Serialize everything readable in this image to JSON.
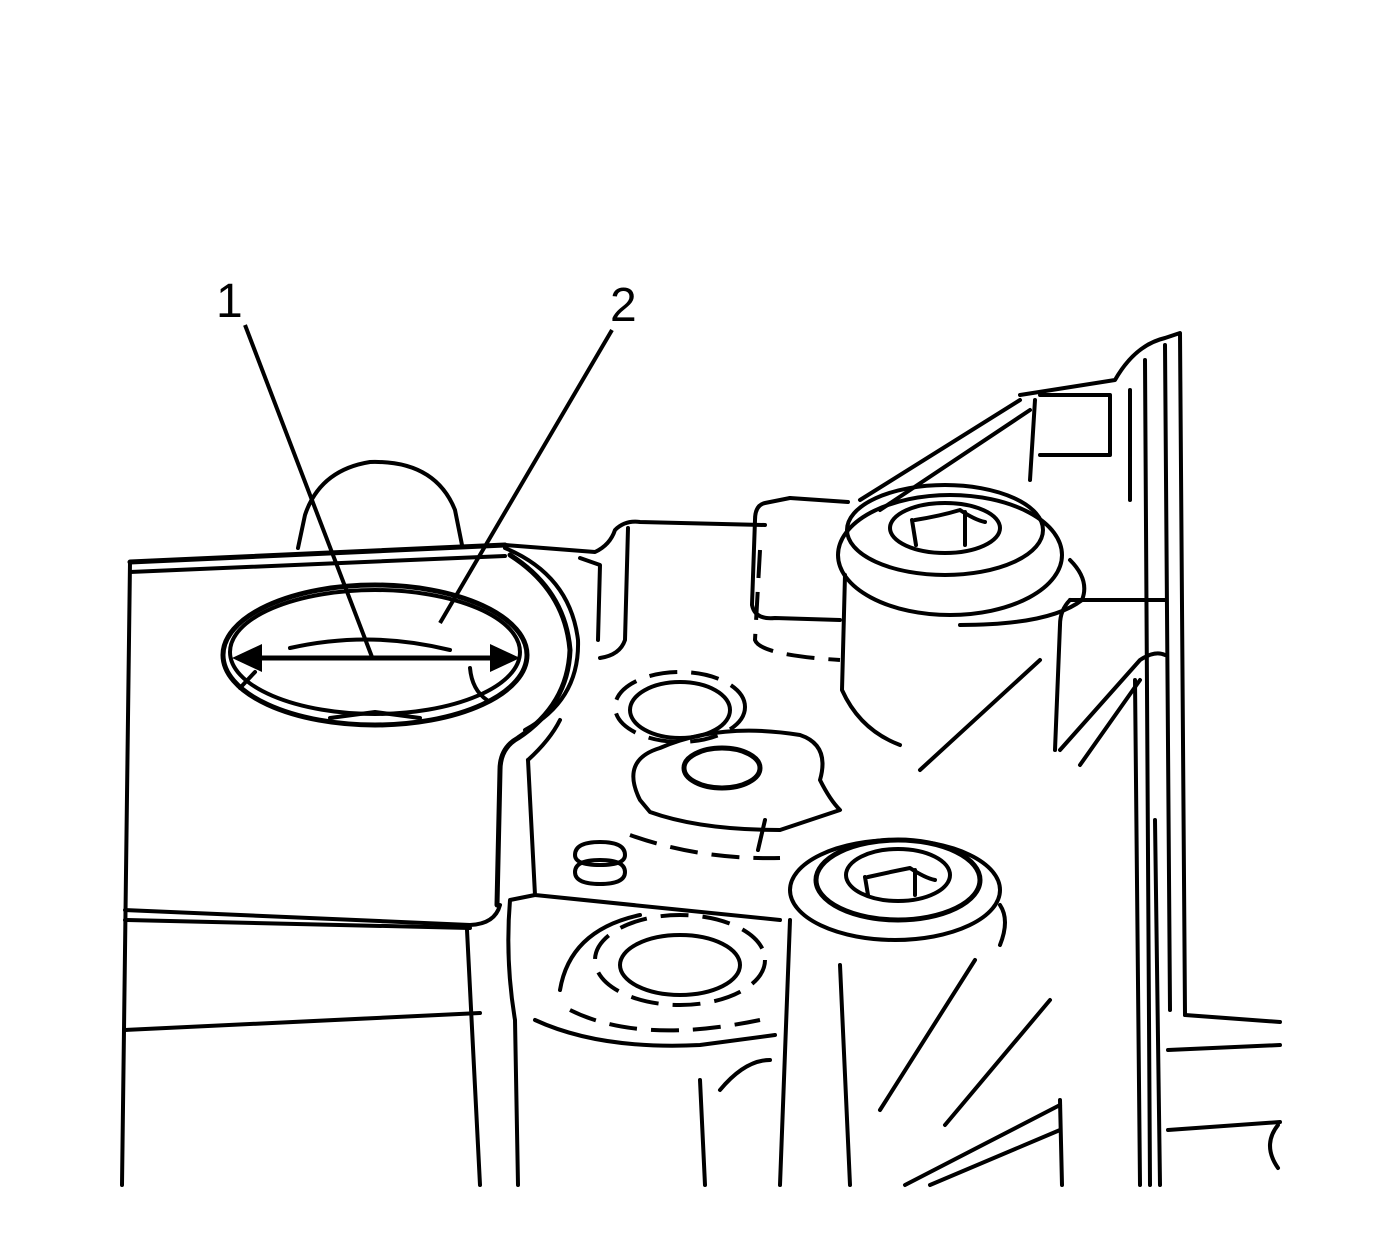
{
  "figure": {
    "type": "technical line drawing",
    "subject": "valve body / housing bore measurement",
    "colors": {
      "line": "#000000",
      "background": "#ffffff"
    }
  },
  "callouts": [
    {
      "id": "1",
      "label": "1",
      "target": "bore inside diameter measurement arrow"
    },
    {
      "id": "2",
      "label": "2",
      "target": "bore opening"
    }
  ]
}
